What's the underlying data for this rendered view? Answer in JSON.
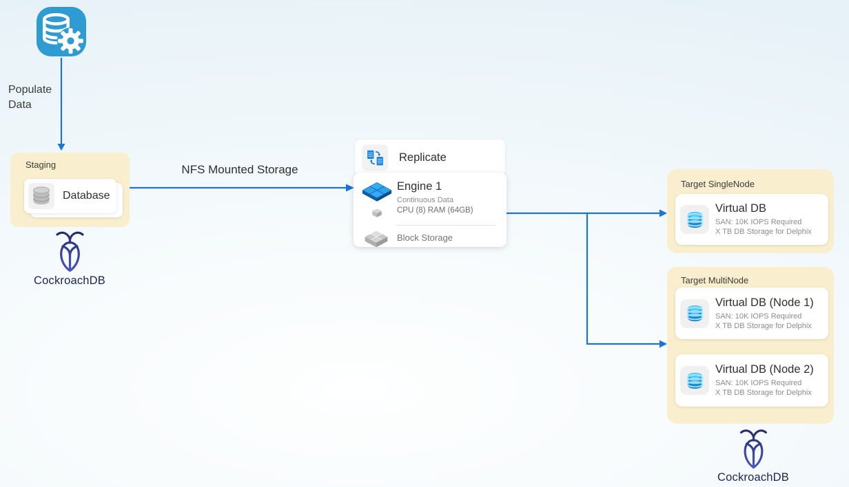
{
  "colors": {
    "background_tint": "#E4F0F7",
    "arrow_blue": "#1B74D6",
    "group_box_bg": "#F9EFCE",
    "populate_icon_bg": "#2E9CD2",
    "cockroach_navy": "#23285D"
  },
  "icons": {
    "populate": "database-gear-icon",
    "staging_card": "database-cylinder-icon",
    "replicate": "replicate-sync-icon",
    "engine": "engine-cubes-icon",
    "block_storage": "block-storage-cubes-icon",
    "virtual_db": "virtual-database-icon",
    "cockroach": "cockroachdb-logo"
  },
  "populate": {
    "label": "Populate Data"
  },
  "staging": {
    "title": "Staging",
    "database_label": "Database"
  },
  "cockroachdb_staging": {
    "label": "CockroachDB"
  },
  "nfs_arrow": {
    "label": "NFS Mounted Storage"
  },
  "replicate": {
    "label": "Replicate"
  },
  "engine": {
    "title": "Engine 1",
    "line1": "Continuous Data",
    "line2": "CPU (8) RAM (64GB)",
    "block_storage_label": "Block Storage"
  },
  "target_single": {
    "title": "Target SingleNode",
    "cards": [
      {
        "title": "Virtual DB",
        "line1": "SAN: 10K IOPS Required",
        "line2": "X TB DB Storage for Delphix"
      }
    ]
  },
  "target_multi": {
    "title": "Target MultiNode",
    "cards": [
      {
        "title": "Virtual DB (Node 1)",
        "line1": "SAN: 10K IOPS Required",
        "line2": "X TB DB Storage for Delphix"
      },
      {
        "title": "Virtual DB (Node 2)",
        "line1": "SAN: 10K IOPS Required",
        "line2": "X TB DB Storage for Delphix"
      }
    ]
  },
  "cockroachdb_target": {
    "label": "CockroachDB"
  }
}
